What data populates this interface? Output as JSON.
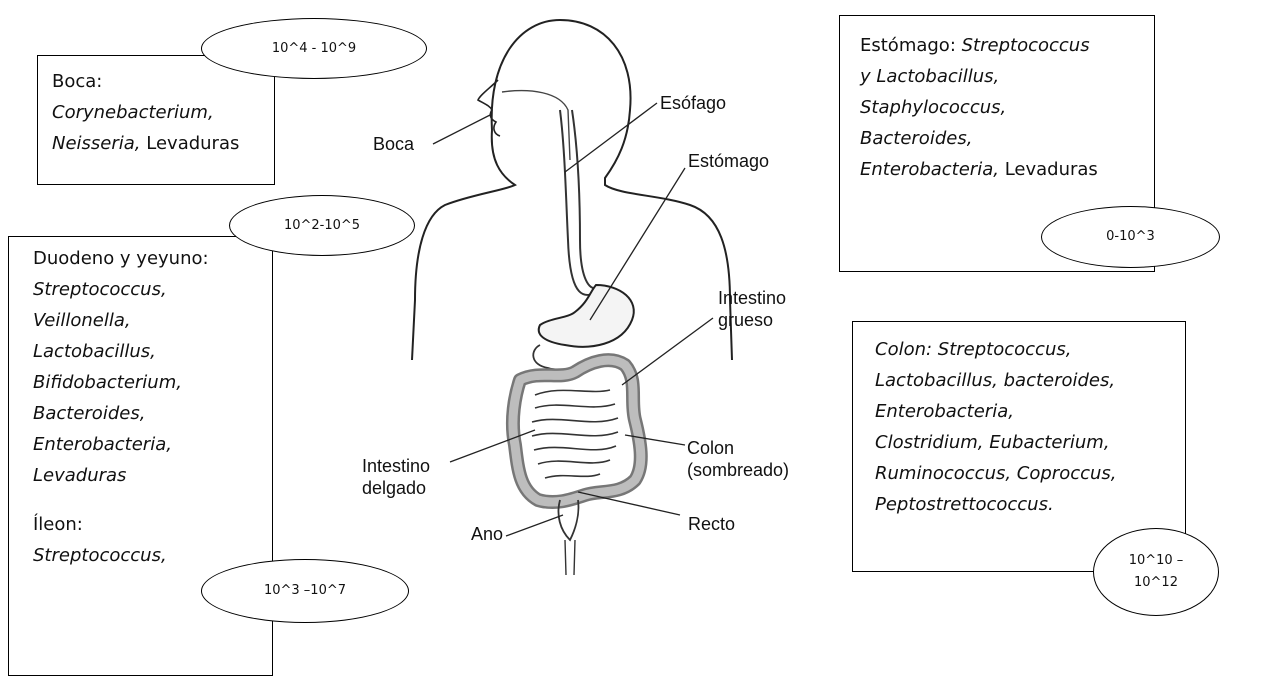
{
  "labels": {
    "boca": "Boca",
    "esofago": "Esófago",
    "estomago": "Estómago",
    "intestino_grueso_1": "Intestino",
    "intestino_grueso_2": "grueso",
    "colon_1": "Colon",
    "colon_2": "(sombreado)",
    "intestino_delgado_1": "Intestino",
    "intestino_delgado_2": "delgado",
    "ano": "Ano",
    "recto": "Recto"
  },
  "boxes": {
    "boca": {
      "title": "Boca:",
      "genera": "Corynebacterium,",
      "genera2": "Neisseria,",
      "extra": " Levaduras",
      "count": "10^4 - 10^9"
    },
    "duodeno": {
      "title": "Duodeno y yeyuno:",
      "genera": [
        "Streptococcus,",
        "Veillonella,",
        "Lactobacillus,",
        "Bifidobacterium,",
        "Bacteroides,",
        "Enterobacteria,",
        "Levaduras"
      ],
      "count": "10^2-10^5",
      "ileon_title": "Íleon:",
      "ileon_genera": "Streptococcus,",
      "ileon_count": "10^3 –10^7"
    },
    "estomago": {
      "title": "Estómago: ",
      "line1_it": "Streptococcus",
      "line2_it": "y Lactobacillus,",
      "line3_it": "Staphylococcus,",
      "line4_it": "Bacteroides,",
      "line5_it": "Enterobacteria,",
      "line5_extra": " Levaduras",
      "count": "0-10^3"
    },
    "colon": {
      "lines": [
        "Colon: Streptococcus,",
        "Lactobacillus, bacteroides,",
        "Enterobacteria,",
        "Clostridium, Eubacterium,",
        "Ruminococcus, Coproccus,",
        "Peptostrettococcus."
      ],
      "count_1": "10^10 –",
      "count_2": "10^12"
    }
  }
}
